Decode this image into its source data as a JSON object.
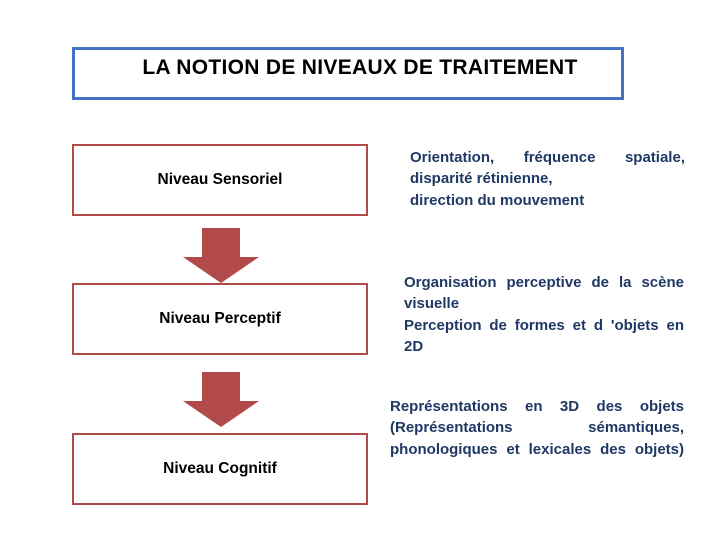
{
  "slide": {
    "title": "LA NOTION DE NIVEAUX DE TRAITEMENT",
    "title_border_color": "#4472c4",
    "box_border_color": "#b34a4a",
    "arrow_color": "#b34a4a",
    "description_color": "#1f3864",
    "levels": [
      {
        "label": "Niveau Sensoriel",
        "description_lines": [
          "Orientation,        fréquence spatiale,",
          "disparité rétinienne,",
          "direction du mouvement"
        ]
      },
      {
        "label": "Niveau Perceptif",
        "description_lines": [
          "Organisation perceptive de la scène visuelle",
          "Perception de formes et d 'objets en 2D"
        ]
      },
      {
        "label": "Niveau Cognitif",
        "description_lines": [
          "Représentations en 3D des objets",
          "(Représentations sémantiques,",
          "phonologiques et lexicales des objets)"
        ]
      }
    ],
    "arrows": [
      {
        "name": "arrow-sensoriel-to-perceptif"
      },
      {
        "name": "arrow-perceptif-to-cognitif"
      }
    ]
  }
}
